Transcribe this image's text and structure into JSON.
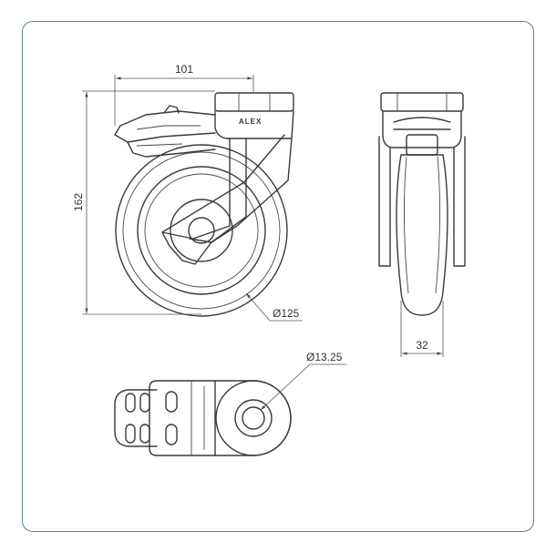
{
  "dimensions": {
    "offset_width": "101",
    "total_height": "162",
    "wheel_diameter": "Ø125",
    "wheel_width": "32",
    "bolt_hole_diameter": "Ø13.25"
  },
  "brand": "ALEX",
  "colors": {
    "frame_border": "#5a7fa8",
    "line": "#3a3a3a"
  }
}
